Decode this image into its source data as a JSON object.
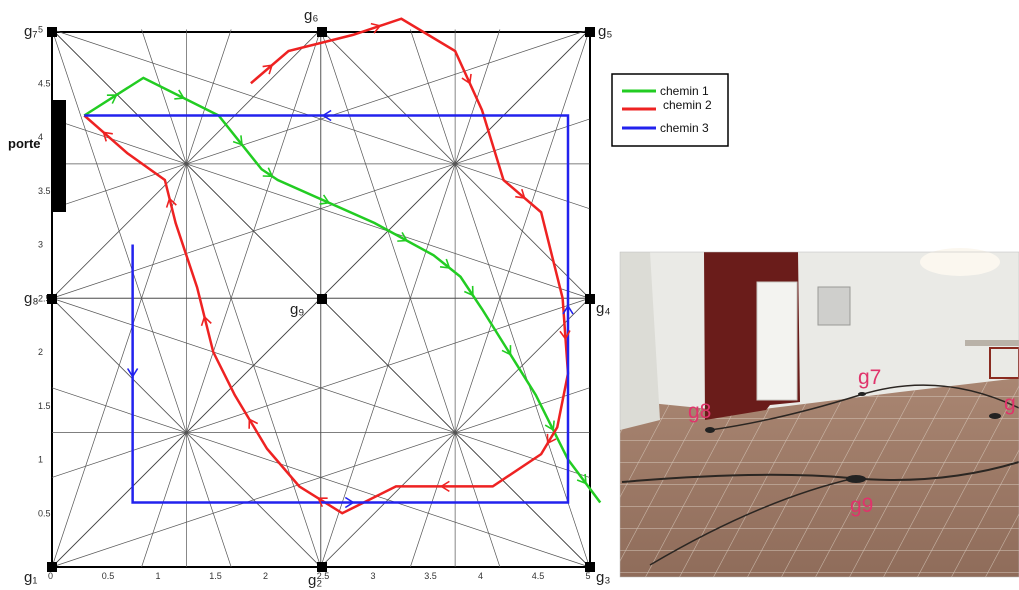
{
  "diagram": {
    "grid_labels": {
      "g1": "g₁",
      "g2": "g₂",
      "g3": "g₃",
      "g4": "g₄",
      "g5": "g₅",
      "g6": "g₆",
      "g7": "g₇",
      "g8": "g₈",
      "g9": "g₉"
    },
    "door_label": "porte",
    "x_ticks": [
      "0",
      "0.5",
      "1",
      "1.5",
      "2",
      "2.5",
      "3",
      "3.5",
      "4",
      "4.5",
      "5"
    ],
    "y_ticks": [
      "0",
      "0.5",
      "1",
      "1.5",
      "2",
      "2.5",
      "3",
      "3.5",
      "4",
      "4.5",
      "5"
    ],
    "legend": [
      {
        "label": "chemin 1",
        "color": "#22cc22"
      },
      {
        "label": "chemin 2",
        "color": "#ee2222"
      },
      {
        "label": "chemin 3",
        "color": "#2222ee"
      }
    ],
    "paths": {
      "chemin1": [
        [
          0.3,
          4.2
        ],
        [
          0.85,
          4.55
        ],
        [
          1.55,
          4.2
        ],
        [
          1.95,
          3.7
        ],
        [
          2.1,
          3.6
        ],
        [
          3.0,
          3.2
        ],
        [
          3.55,
          2.9
        ],
        [
          3.8,
          2.7
        ],
        [
          4.0,
          2.4
        ],
        [
          4.5,
          1.6
        ],
        [
          4.8,
          1.0
        ],
        [
          5.1,
          0.6
        ]
      ],
      "chemin2": [
        [
          1.85,
          4.5
        ],
        [
          2.2,
          4.8
        ],
        [
          2.8,
          4.95
        ],
        [
          3.25,
          5.1
        ],
        [
          3.75,
          4.8
        ],
        [
          4.0,
          4.25
        ],
        [
          4.2,
          3.6
        ],
        [
          4.55,
          3.3
        ],
        [
          4.75,
          2.5
        ],
        [
          4.8,
          1.8
        ],
        [
          4.7,
          1.3
        ],
        [
          4.55,
          1.05
        ],
        [
          4.1,
          0.75
        ],
        [
          3.2,
          0.75
        ],
        [
          2.7,
          0.5
        ],
        [
          2.3,
          0.75
        ],
        [
          2.0,
          1.1
        ],
        [
          1.7,
          1.6
        ],
        [
          1.5,
          2.0
        ],
        [
          1.35,
          2.6
        ],
        [
          1.15,
          3.2
        ],
        [
          1.05,
          3.6
        ],
        [
          0.7,
          3.85
        ],
        [
          0.3,
          4.2
        ]
      ],
      "chemin3": [
        [
          0.75,
          3.0
        ],
        [
          0.75,
          0.6
        ],
        [
          4.8,
          0.6
        ],
        [
          4.8,
          4.2
        ],
        [
          0.3,
          4.2
        ]
      ]
    }
  },
  "photo": {
    "labels": [
      {
        "text": "g8"
      },
      {
        "text": "g7"
      },
      {
        "text": "g9"
      },
      {
        "text": "g"
      }
    ]
  }
}
